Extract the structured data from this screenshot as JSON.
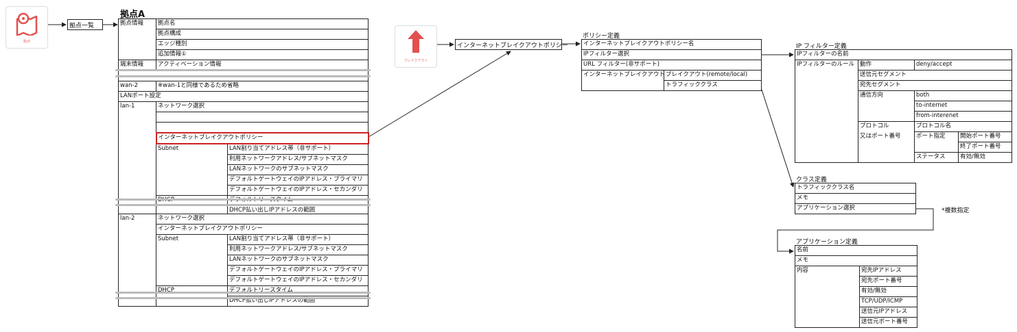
{
  "icons": {
    "base": {
      "name": "map-pin-icon",
      "caption": "拠点",
      "color": "#e25050"
    },
    "breakout": {
      "name": "arrow-up-icon",
      "caption": "ブレイクアウト",
      "color": "#e25050"
    }
  },
  "nav": {
    "base_list": "拠点一覧",
    "breakout_policy": "インターネットブレイクアウトポリシー"
  },
  "base": {
    "title": "拠点A",
    "top_rows": [
      [
        "拠点情報",
        "拠点名"
      ],
      [
        "",
        "拠点構成"
      ],
      [
        "",
        "エッジ種別"
      ],
      [
        "",
        "追加情報①"
      ],
      [
        "端末情報",
        "アクティベーション情報"
      ]
    ],
    "wan2": [
      "wan-2",
      "※wan-1と同様であるため省略"
    ],
    "lan_port": "LANポート設定",
    "lan1": {
      "label": "lan-1",
      "net_select": "ネットワーク選択",
      "policy": "インターネットブレイクアウトポリシー",
      "subnet": "Subnet",
      "subnet_items": [
        "LAN割り当てアドレス帯（非サポート）",
        "利用ネットワークアドレス/サブネットマスク",
        "LANネットワークのサブネットマスク",
        "デフォルトゲートウェイのIPアドレス・プライマリ",
        "デフォルトゲートウェイのIPアドレス・セカンダリ"
      ],
      "dhcp": "DHCP",
      "dhcp_items": [
        "デフォルトリースタイム",
        "DHCP払い出しIPアドレスの範囲"
      ]
    },
    "lan2": {
      "label": "lan-2",
      "net_select": "ネットワーク選択",
      "policy": "インターネットブレイクアウトポリシー",
      "subnet": "Subnet",
      "subnet_items": [
        "LAN割り当てアドレス帯（非サポート）",
        "利用ネットワークアドレス/サブネットマスク",
        "LANネットワークのサブネットマスク",
        "デフォルトゲートウェイのIPアドレス・プライマリ",
        "デフォルトゲートウェイのIPアドレス・セカンダリ"
      ],
      "dhcp": "DHCP",
      "dhcp_items": [
        "デフォルトリースタイム",
        "DHCP払い出しIPアドレスの範囲"
      ]
    }
  },
  "policy_def": {
    "title": "ポリシー定義",
    "name_row": "インターネットブレイクアウトポリシー名",
    "ip_filter": "IPフィルター選択",
    "url_filter": "URL フィルター(非サポート)",
    "breakout": "インターネットブレイクアウト",
    "breakout_mode": "ブレイクアウト(remote/local)",
    "traffic_class": "トラフィッククラス"
  },
  "ip_filter_def": {
    "title": "IP フィルター定義",
    "name": "IPフィルターの名前",
    "rule": "IPフィルターのルール",
    "action": "動作",
    "action_val": "deny/accept",
    "src_seg": "送信元セグメント",
    "dst_seg": "宛先セグメント",
    "direction": "通信方向",
    "dir_vals": [
      "both",
      "to-internet",
      "from-interenet"
    ],
    "protocol": "プロトコル",
    "protocol2": "又はポート番号",
    "protocol_name": "プロトコル名",
    "port_spec": "ポート指定",
    "port_start": "開始ポート番号",
    "port_end": "終了ポート番号",
    "status": "ステータス",
    "status_val": "有効/無効"
  },
  "class_def": {
    "title": "クラス定義",
    "rows": [
      "トラフィッククラス名",
      "メモ",
      "アプリケーション選択"
    ],
    "note": "*複数指定"
  },
  "app_def": {
    "title": "アプリケーション定義",
    "name": "名前",
    "memo": "メモ",
    "content": "内容",
    "items": [
      "宛先IPアドレス",
      "宛先ポート番号",
      "有効/無効",
      "TCP/UDP/ICMP",
      "送信元IPアドレス",
      "送信元ポート番号"
    ]
  },
  "colors": {
    "highlight": "#cc2222",
    "icon": "#e25050",
    "line": "#222222"
  }
}
